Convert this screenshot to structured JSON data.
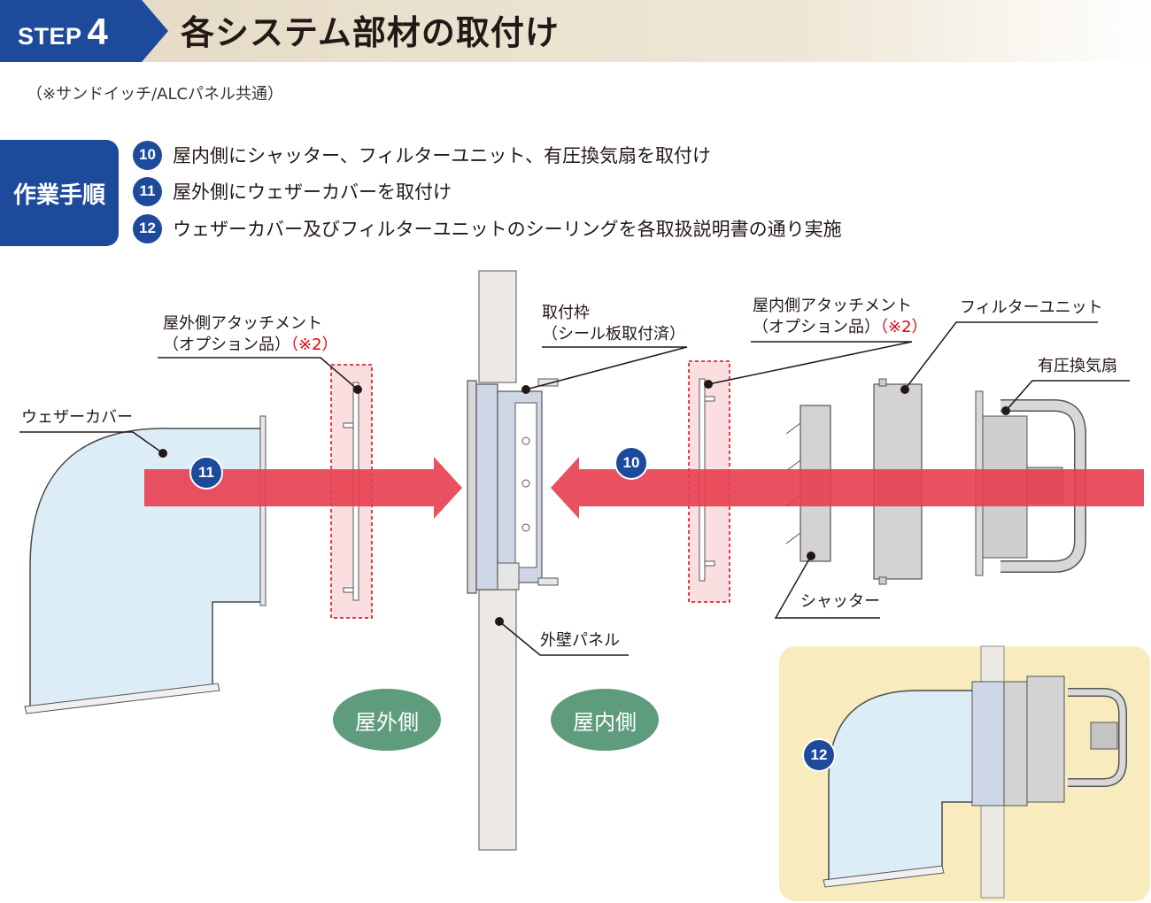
{
  "header": {
    "step_label": "STEP",
    "step_number": "4",
    "title": "各システム部材の取付け"
  },
  "note": "（※サンドイッチ/ALCパネル共通）",
  "work_procedure": {
    "label": "作業手順",
    "steps": [
      {
        "number": "10",
        "text": "屋内側にシャッター、フィルターユニット、有圧換気扇を取付け"
      },
      {
        "number": "11",
        "text": "屋外側にウェザーカバーを取付け"
      },
      {
        "number": "12",
        "text": "ウェザーカバー及びフィルターユニットのシーリングを各取扱説明書の通り実施"
      }
    ]
  },
  "diagram": {
    "labels": {
      "outdoor_attachment_line1": "屋外側アタッチメント",
      "outdoor_attachment_line2": "（オプション品）",
      "outdoor_attachment_note": "（※2）",
      "frame_line1": "取付枠",
      "frame_line2": "（シール板取付済）",
      "indoor_attachment_line1": "屋内側アタッチメント",
      "indoor_attachment_line2": "（オプション品）",
      "indoor_attachment_note": "（※2）",
      "filter_unit": "フィルターユニット",
      "fan": "有圧換気扇",
      "weather_cover": "ウェザーカバー",
      "shutter": "シャッター",
      "wall_panel": "外壁パネル"
    },
    "zones": {
      "outdoor": "屋外側",
      "indoor": "屋内側"
    },
    "arrow_badges": {
      "left": "11",
      "right": "10",
      "inset": "12"
    },
    "colors": {
      "brand_blue": "#1d4a9b",
      "arrow_red": "#e83e4f",
      "zone_green": "#5f9c7e",
      "cover_blue": "#dcedf7",
      "inset_bg": "#f8ecbe"
    }
  }
}
